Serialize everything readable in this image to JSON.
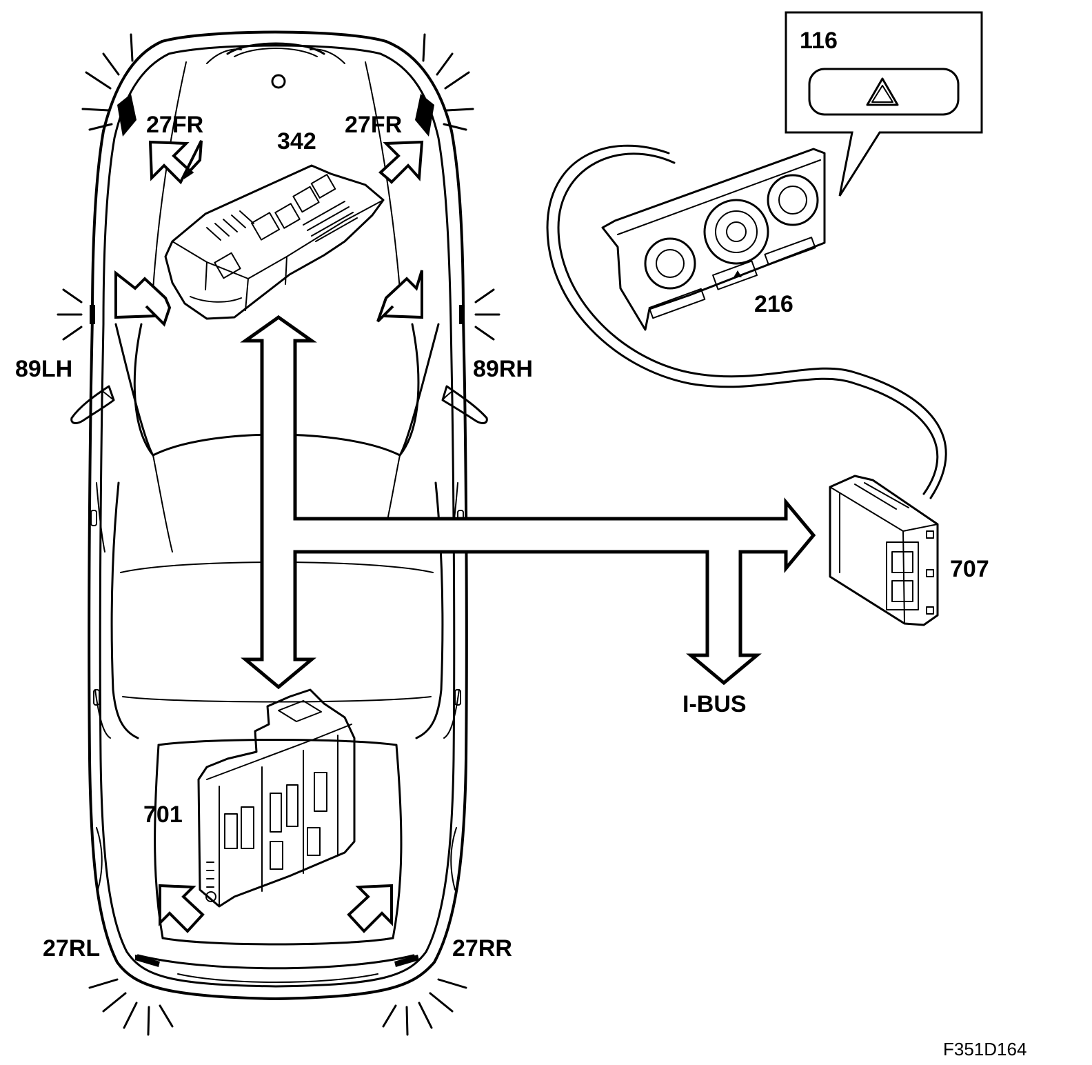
{
  "labels": {
    "l27fr_left": "27FR",
    "l27fr_right": "27FR",
    "l342": "342",
    "l116": "116",
    "l216": "216",
    "l89lh": "89LH",
    "l89rh": "89RH",
    "l707": "707",
    "libus": "I-BUS",
    "l701": "701",
    "l27rl": "27RL",
    "l27rr": "27RR",
    "figure_id": "F351D164"
  },
  "icons": {
    "hazard": "hazard-triangle-icon"
  }
}
